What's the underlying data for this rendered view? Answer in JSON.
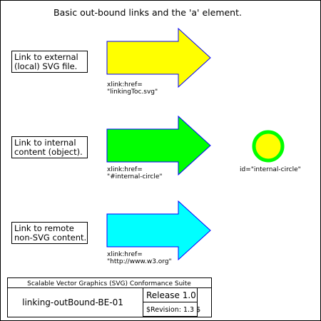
{
  "page": {
    "title": "Basic out-bound links and the 'a' element."
  },
  "links": [
    {
      "label_lines": [
        "Link to external",
        "(local) SVG file."
      ],
      "href_lines": [
        "xlink:href=",
        "\"linkingToc.svg\""
      ],
      "arrow_color": "#ffff00"
    },
    {
      "label_lines": [
        "Link to internal",
        "content (object)."
      ],
      "href_lines": [
        "xlink:href=",
        "\"#internal-circle\""
      ],
      "arrow_color": "#00ff00"
    },
    {
      "label_lines": [
        "Link to remote",
        "non-SVG content."
      ],
      "href_lines": [
        "xlink:href=",
        "\"http://www.w3.org\""
      ],
      "arrow_color": "#00ffff"
    }
  ],
  "target": {
    "label": "id=\"internal-circle\"",
    "fill_color": "#ffff00",
    "stroke_color": "#00ff00"
  },
  "legend": {
    "suite": "Scalable Vector Graphics (SVG) Conformance Suite",
    "test_name": "linking-outBound-BE-01",
    "release": "Release 1.0",
    "revision": "$Revision: 1.3 $"
  },
  "colors": {
    "arrow_stroke": "#0000ff",
    "border": "#000000"
  }
}
